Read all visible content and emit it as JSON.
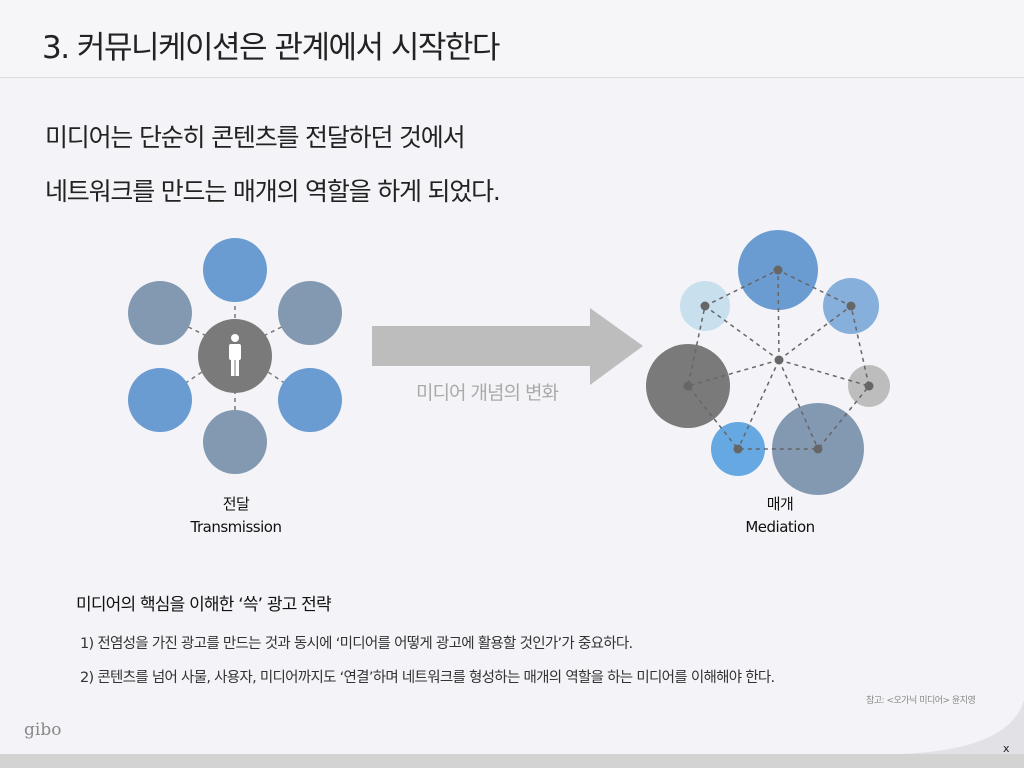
{
  "header": {
    "title": "3. 커뮤니케이션은 관계에서 시작한다"
  },
  "lead": [
    "미디어는 단순히 콘텐츠를 전달하던 것에서",
    "네트워크를 만드는 매개의 역할을 하게 되었다."
  ],
  "diagram": {
    "arrow_label": "미디어 개념의 변화",
    "left": {
      "label_ko": "전달",
      "label_en": "Transmission",
      "center_icon": "person-icon"
    },
    "right": {
      "label_ko": "매개",
      "label_en": "Mediation"
    }
  },
  "section": {
    "heading": "미디어의 핵심을 이해한 ‘쓱’ 광고 전략",
    "items": [
      "1) 전염성을 가진 광고를 만드는 것과 동시에 ‘미디어를 어떻게 광고에 활용할 것인가’가 중요하다.",
      "2) 콘텐츠를 넘어 사물, 사용자, 미디어까지도 ‘연결’하며 네트워크를 형성하는 매개의 역할을 하는 미디어를 이해해야 한다."
    ],
    "reference": "참고: <오가닉 미디어> 윤지영"
  },
  "footer": {
    "logo": "gibo",
    "close": "x"
  },
  "colors": {
    "blue": "#6a9bd1",
    "slate": "#8399b2",
    "dark": "#7a7a7a",
    "light": "#c8e0ee",
    "arrow": "#bdbdbd"
  }
}
